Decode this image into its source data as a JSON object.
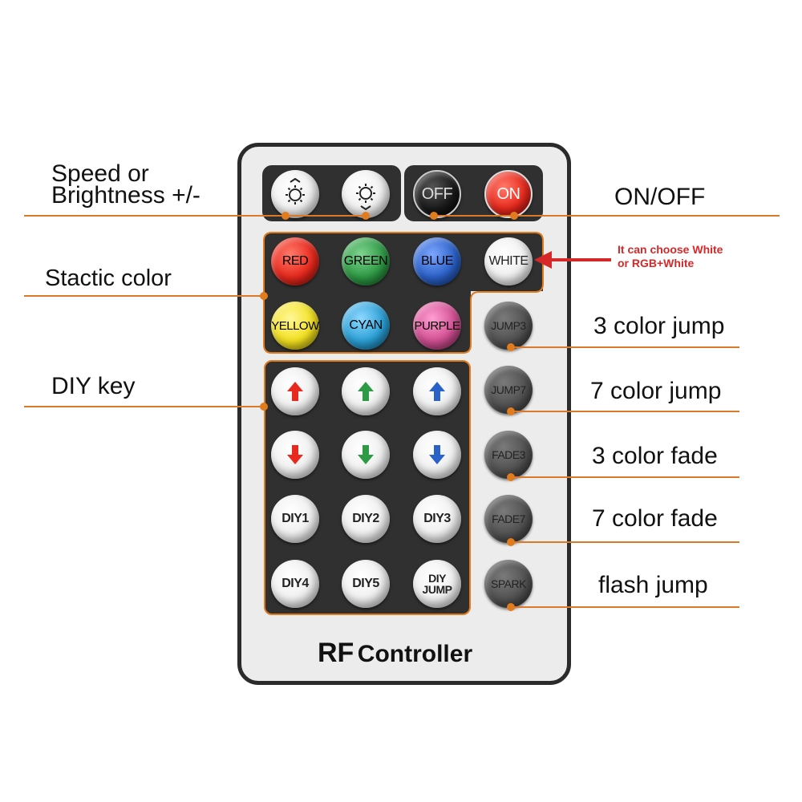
{
  "labels": {
    "speed_line1": "Speed  or",
    "speed_line2": "Brightness +/-",
    "on_off": "ON/OFF",
    "static_color": "Stactic color",
    "diy_key": "DIY key",
    "jump3": "3 color jump",
    "jump7": "7 color jump",
    "fade3": "3 color fade",
    "fade7": "7 color fade",
    "flash": "flash jump"
  },
  "note": {
    "line1": "It can choose White",
    "line2": "or RGB+White"
  },
  "remote": {
    "title_rf": "RF",
    "title_controller": "Controller",
    "buttons": {
      "off": "OFF",
      "on": "ON",
      "red": "RED",
      "green": "GREEN",
      "blue": "BLUE",
      "white": "WHITE",
      "yellow": "YELLOW",
      "cyan": "CYAN",
      "purple": "PURPLE",
      "jump3": "JUMP3",
      "jump7": "JUMP7",
      "fade3": "FADE3",
      "fade7": "FADE7",
      "spark": "SPARK",
      "diy1": "DIY1",
      "diy2": "DIY2",
      "diy3": "DIY3",
      "diy4": "DIY4",
      "diy5": "DIY5",
      "diy_jump_1": "DIY",
      "diy_jump_2": "JUMP"
    }
  },
  "colors": {
    "accent_orange": "#e07b1f",
    "note_red": "#d62828",
    "red_btn": "#e8291d",
    "green_btn": "#2e9a45",
    "blue_btn": "#2b62c9",
    "yellow_btn": "#f3e11f",
    "cyan_btn": "#2aa0d6",
    "purple_btn": "#d24f93"
  },
  "icons": {
    "arrow_up_red": "arrow-up-icon",
    "arrow_up_green": "arrow-up-icon",
    "arrow_up_blue": "arrow-up-icon",
    "arrow_down_red": "arrow-down-icon",
    "arrow_down_green": "arrow-down-icon",
    "arrow_down_blue": "arrow-down-icon",
    "brightness": "sun-icon"
  }
}
